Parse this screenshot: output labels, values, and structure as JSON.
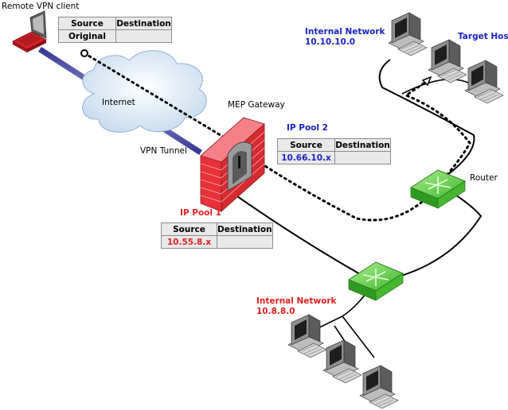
{
  "labels": {
    "remote_client": "Remote VPN client",
    "internet": "Internet",
    "vpn_tunnel": "VPN Tunnel",
    "gateway": "MEP Gateway",
    "router": "Router",
    "target_host": "Target Host",
    "internal_net_top_title": "Internal Network",
    "internal_net_top_addr": "10.10.10.0",
    "internal_net_bottom_title": "Internal Network",
    "internal_net_bottom_addr": "10.8.8.0",
    "ip_pool1": "IP Pool 1",
    "ip_pool2": "IP Pool 2"
  },
  "tables": {
    "client": {
      "col_source": "Source",
      "col_destination": "Destination",
      "source": "Original",
      "destination": ""
    },
    "pool2": {
      "col_source": "Source",
      "col_destination": "Destination",
      "source": "10.66.10.x",
      "destination": ""
    },
    "pool1": {
      "col_source": "Source",
      "col_destination": "Destination",
      "source": "10.55.8.x",
      "destination": ""
    }
  },
  "colors": {
    "blue_text": "#1a22c8",
    "red_text": "#e02020",
    "firewall": "#e8313a",
    "router": "#5fcf4a"
  }
}
